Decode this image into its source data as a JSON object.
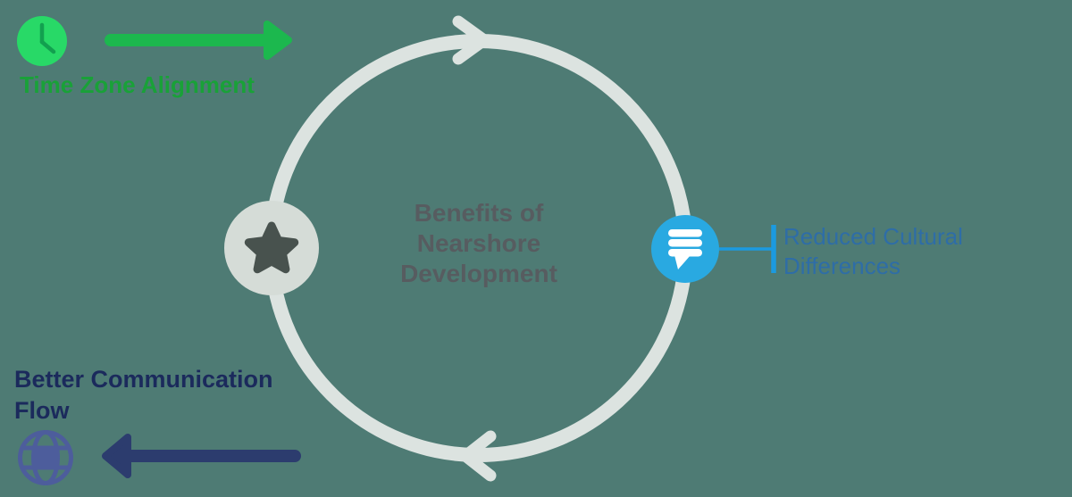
{
  "diagram": {
    "type": "circular-cycle",
    "title": "Benefits of\nNearshore\nDevelopment",
    "background_color": "#4e7b74",
    "ring_color": "#dce3e0",
    "center_text_color": "#575c60",
    "nodes": [
      {
        "id": "time-zone-alignment",
        "label": "Time Zone Alignment",
        "icon": "clock-icon",
        "icon_bg_color": "#28d967",
        "icon_glyph_color": "#12a04f",
        "label_color": "#19a138",
        "arrow": "right",
        "arrow_color": "#1cb84e",
        "position": "top-left"
      },
      {
        "id": "reduced-cultural-differences",
        "label": "Reduced Cultural\nDifferences",
        "icon": "chat-bubble-icon",
        "icon_bg_color": "#29a9e1",
        "icon_glyph_color": "#ffffff",
        "label_color": "#2e6da7",
        "connector_color": "#1b9ae0",
        "position": "right"
      },
      {
        "id": "better-communication-flow",
        "label": "Better Communication\nFlow",
        "icon": "globe-icon",
        "icon_glyph_color": "#4d5d9c",
        "label_color": "#1b2a5c",
        "arrow": "left",
        "arrow_color": "#2c3c6e",
        "position": "bottom-left"
      },
      {
        "id": "star-node",
        "label": "",
        "icon": "star-icon",
        "icon_bg_color": "#d5dcd7",
        "icon_glyph_color": "#48524e",
        "position": "left-on-ring"
      }
    ]
  }
}
